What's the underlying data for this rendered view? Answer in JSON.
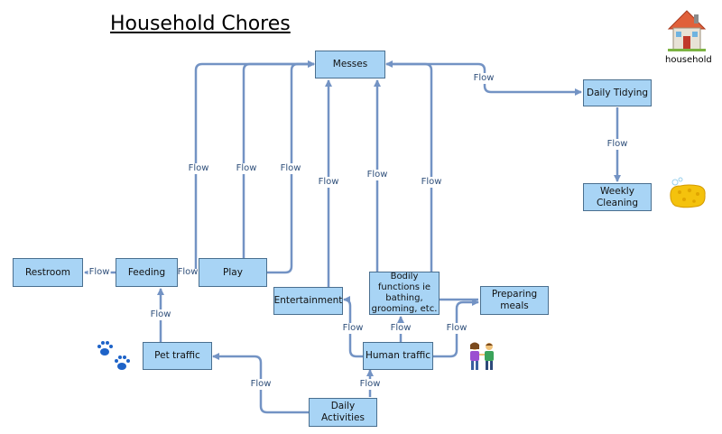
{
  "title": "Household Chores",
  "colors": {
    "node_fill": "#a8d4f5",
    "node_border": "#4a6f8f",
    "edge": "#7393c4"
  },
  "icons": {
    "household_label": "household"
  },
  "nodes": {
    "messes": "Messes",
    "daily_tidying": "Daily Tidying",
    "weekly_cleaning": "Weekly\nCleaning",
    "restroom": "Restroom",
    "feeding": "Feeding",
    "play": "Play",
    "entertainment": "Entertainment",
    "bodily": "Bodily\nfunctions ie\nbathing,\ngrooming, etc.",
    "preparing_meals": "Preparing\nmeals",
    "pet_traffic": "Pet traffic",
    "human_traffic": "Human traffic",
    "daily_activities": "Daily\nActivities"
  },
  "edge_label": "Flow"
}
